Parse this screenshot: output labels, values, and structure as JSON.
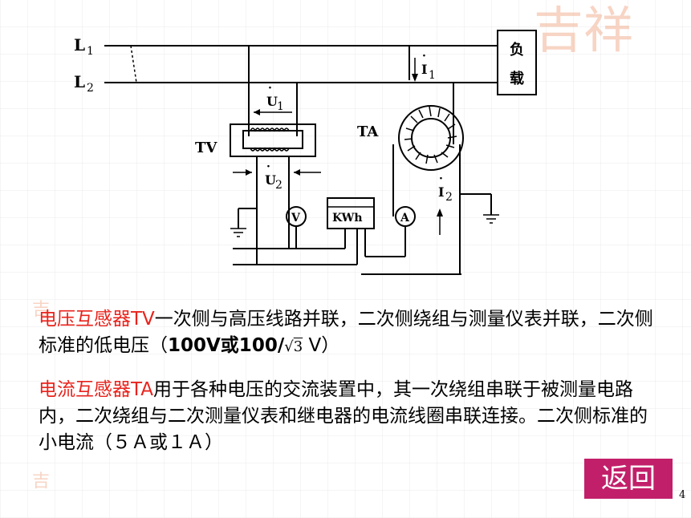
{
  "diagram": {
    "line1_label": "L",
    "line1_sub": "1",
    "line2_label": "L",
    "line2_sub": "2",
    "load_label_1": "负",
    "load_label_2": "载",
    "tv_label": "TV",
    "ta_label": "TA",
    "u1_label": "U",
    "u1_sub": "1",
    "u2_label": "U",
    "u2_sub": "2",
    "i1_label": "I",
    "i1_sub": "1",
    "i2_label": "I",
    "i2_sub": "2",
    "voltmeter_symbol": "V",
    "ammeter_symbol": "A",
    "kwh_label": "KWh"
  },
  "text": {
    "p1_red": "电压互感器TV",
    "p1_rest": "一次侧与高压线路并联，二次侧绕组与测量仪表并联，二次侧标准的低电压（",
    "p1_value_a": "100V或100/",
    "p1_sqrt": "3",
    "p1_unit": "  V）",
    "p2_red": "电流互感器TA",
    "p2_rest": "用于各种电压的交流装置中，其一次绕组串联于被测量电路内，二次绕组与二次测量仪表和继电器的电流线圈串联连接。二次侧标准的小电流（５Ａ或１Ａ）"
  },
  "nav": {
    "back_label": "返回",
    "page_number": "4"
  },
  "colors": {
    "accent_red": "#e8231c",
    "back_button_bg": "#c21f6a"
  }
}
